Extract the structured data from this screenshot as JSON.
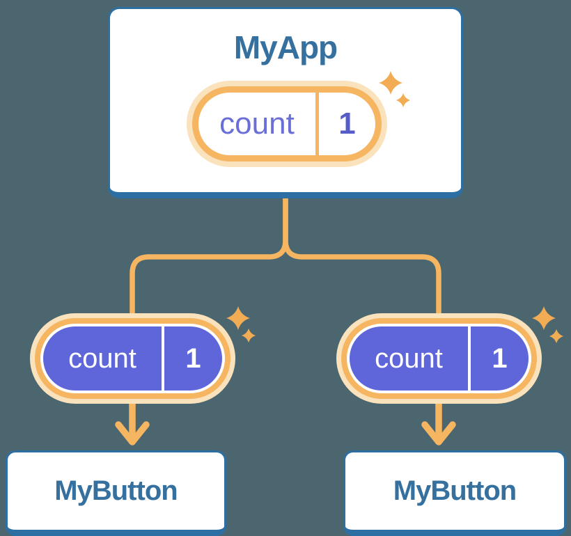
{
  "diagram": {
    "root_card": {
      "title": "MyApp",
      "state_pill": {
        "label": "count",
        "value": "1"
      }
    },
    "child_pills": [
      {
        "label": "count",
        "value": "1"
      },
      {
        "label": "count",
        "value": "1"
      }
    ],
    "child_cards": [
      {
        "title": "MyButton"
      },
      {
        "title": "MyButton"
      }
    ]
  },
  "colors": {
    "background": "#4C6670",
    "card_border": "#2D6FA2",
    "title_text": "#35709E",
    "orange": "#F6B561",
    "halo": "#FAE2BC",
    "sparkle": "#F2AC54",
    "purple": "#5F66DA",
    "count_text": "#6A6FD8",
    "value_text": "#565DC8"
  }
}
